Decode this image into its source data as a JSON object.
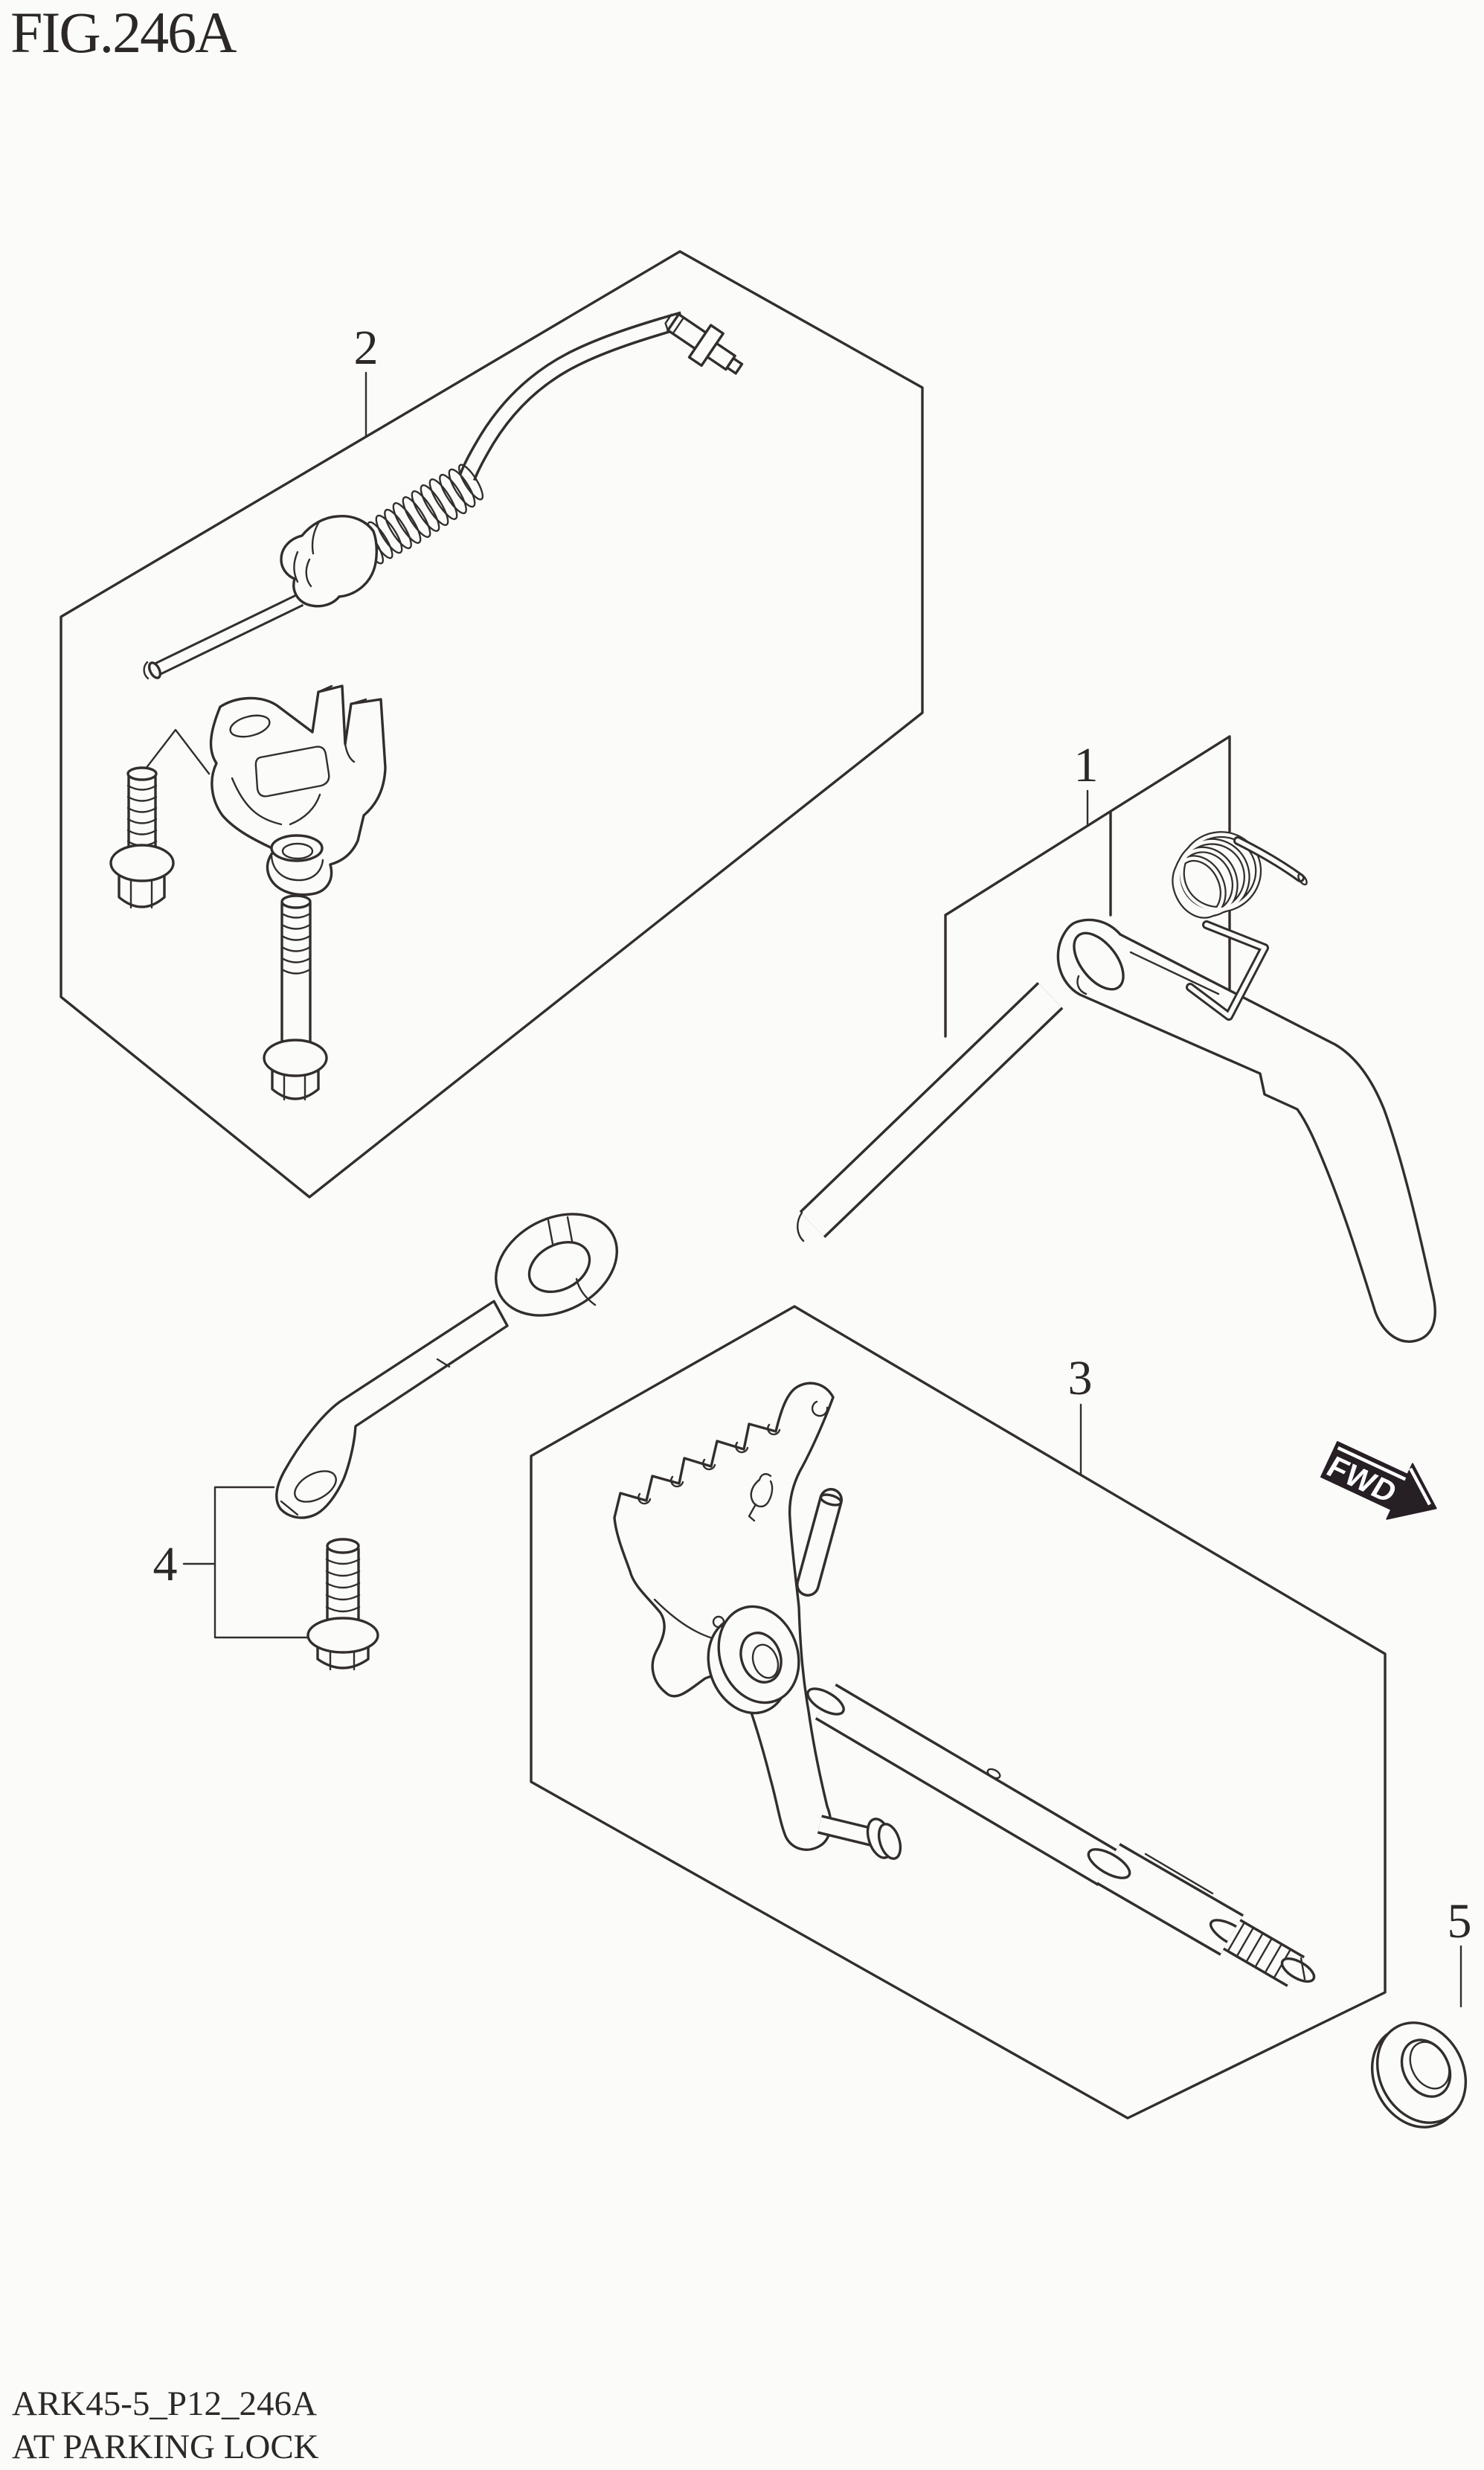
{
  "figure": {
    "title": "FIG.246A"
  },
  "callouts": [
    "1",
    "2",
    "3",
    "4",
    "5"
  ],
  "direction_arrow": {
    "label": "FWD"
  },
  "footer": {
    "code": "ARK45-5_P12_246A",
    "caption": "AT PARKING LOCK"
  },
  "colors": {
    "background": "#fbfbfa",
    "line": "#322e2d",
    "arrow_fill": "#261f24",
    "arrow_text": "#ffffff"
  }
}
